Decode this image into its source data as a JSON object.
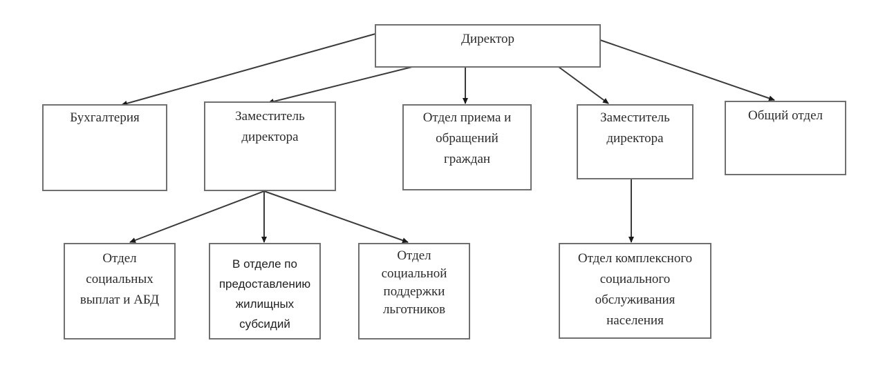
{
  "diagram": {
    "title": "Организационная структура",
    "nodes": {
      "director": {
        "label": "Директор"
      },
      "accounting": {
        "label": "Бухгалтерия"
      },
      "deputy1": {
        "label_lines": [
          "Заместитель",
          "директора"
        ]
      },
      "reception": {
        "label_lines": [
          "Отдел приема и",
          "обращений",
          "граждан"
        ]
      },
      "deputy2": {
        "label_lines": [
          "Заместитель",
          "директора"
        ]
      },
      "general": {
        "label": "Общий отдел"
      },
      "social_payments": {
        "label_lines": [
          "Отдел",
          "социальных",
          "выплат и АБД"
        ]
      },
      "housing_subsidies": {
        "label_lines": [
          "В отделе по",
          "предоставлению",
          "жилищных",
          "субсидий"
        ]
      },
      "benefit_support": {
        "label_lines": [
          "Отдел",
          "социальной",
          "поддержки",
          "льготников"
        ]
      },
      "complex_service": {
        "label_lines": [
          "Отдел комплексного",
          "социального",
          "обслуживания",
          "населения"
        ]
      }
    },
    "edges": [
      {
        "from": "director",
        "to": "accounting"
      },
      {
        "from": "director",
        "to": "deputy1"
      },
      {
        "from": "director",
        "to": "reception"
      },
      {
        "from": "director",
        "to": "deputy2"
      },
      {
        "from": "director",
        "to": "general"
      },
      {
        "from": "deputy1",
        "to": "social_payments"
      },
      {
        "from": "deputy1",
        "to": "housing_subsidies"
      },
      {
        "from": "deputy1",
        "to": "benefit_support"
      },
      {
        "from": "deputy2",
        "to": "complex_service"
      }
    ],
    "colors": {
      "line": "#3a3a3a",
      "border": "#6f6f6f",
      "text": "#2b2b2b"
    }
  }
}
